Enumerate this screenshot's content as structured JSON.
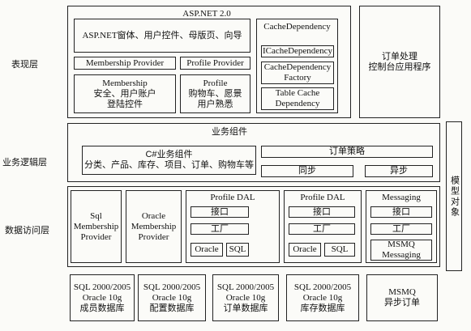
{
  "layers": {
    "presentation": "表现层",
    "business": "业务逻辑层",
    "data_access": "数据访问层"
  },
  "presentation": {
    "aspnet_title": "ASP.NET 2.0",
    "aspnet_forms": "ASP.NET窗体、用户控件、母版页、向导",
    "membership_provider": "Membership Provider",
    "profile_provider": "Profile Provider",
    "membership_block": "Membership\n安全、用户账户\n登陆控件",
    "profile_block": "Profile\n购物车、愿景\n用户熟悉",
    "cache_dependency": "CacheDependency",
    "icache_dependency": "ICacheDependency",
    "cache_dependency_factory": "CacheDependency\nFactory",
    "table_cache_dependency": "Table Cache\nDependency",
    "order_console": "订单处理\n控制台应用程序"
  },
  "model_object": "模型对象",
  "business": {
    "title": "业务组件",
    "csharp_components": "C#业务组件\n分类、产品、库存、项目、订单、购物车等",
    "order_strategy": "订单策略",
    "sync": "同步",
    "async": "异步"
  },
  "data_access": {
    "sql_membership": "Sql\nMembership\nProvider",
    "oracle_membership": "Oracle\nMembership\nProvider",
    "profile_dal_1": {
      "title": "Profile DAL",
      "interface": "接口",
      "factory": "工厂",
      "oracle": "Oracle",
      "sql": "SQL"
    },
    "profile_dal_2": {
      "title": "Profile DAL",
      "interface": "接口",
      "factory": "工厂",
      "oracle": "Oracle",
      "sql": "SQL"
    },
    "messaging": {
      "title": "Messaging",
      "interface": "接口",
      "factory": "工厂",
      "msmq": "MSMQ\nMessaging"
    }
  },
  "databases": {
    "member_db": "SQL 2000/2005\nOracle 10g\n成员数据库",
    "config_db": "SQL 2000/2005\nOracle 10g\n配置数据库",
    "order_db": "SQL 2000/2005\nOracle 10g\n订单数据库",
    "stock_db": "SQL 2000/2005\nOracle 10g\n库存数据库",
    "msmq_order": "MSMQ\n异步订单"
  }
}
